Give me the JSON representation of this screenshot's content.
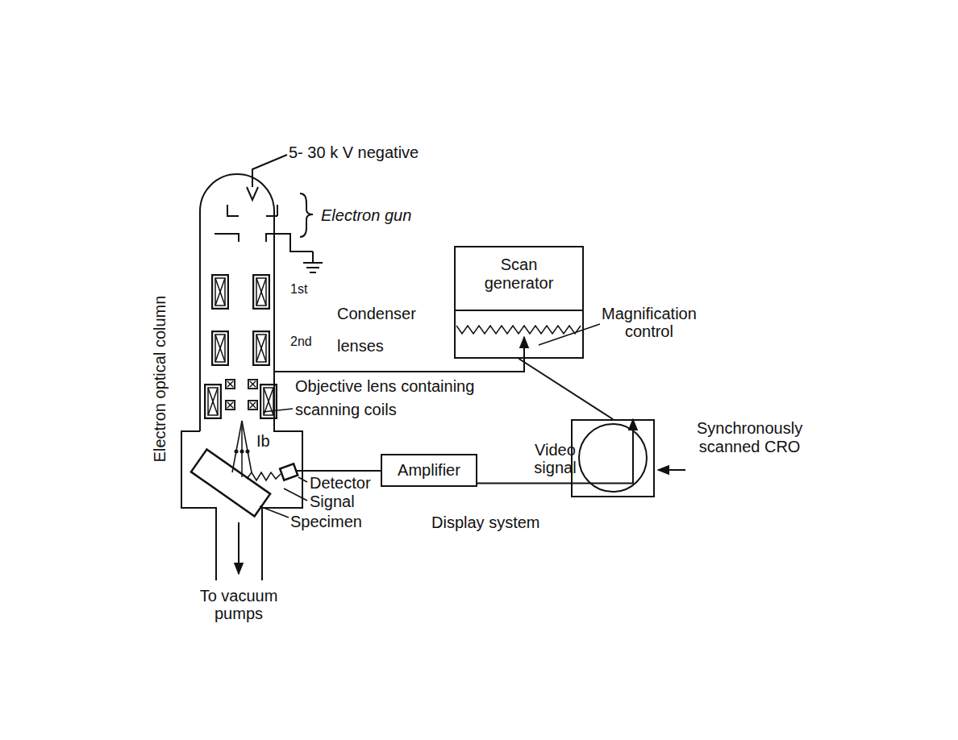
{
  "diagram": {
    "nodes": [
      {
        "text": [
          "Scan generator"
        ]
      },
      {
        "text": [
          "Amplifier"
        ]
      },
      {
        "text": [
          "Synchronously scanned CRO"
        ]
      }
    ],
    "edges": [
      {
        "from": 1,
        "to": 2,
        "label": "Video signal",
        "arrow": "to"
      },
      {
        "from": 0,
        "to": 2,
        "arrow": "none"
      }
    ],
    "labels": [
      "5- 30 k V negative",
      "Electron gun",
      "1st",
      "Condenser",
      "2nd",
      "lenses",
      "Objective lens containing",
      "scanning coils",
      "Magnification control",
      "Ib",
      "Detector",
      "Signal",
      "Specimen",
      "Display system",
      "To vacuum pumps",
      "Electron optical column"
    ]
  }
}
